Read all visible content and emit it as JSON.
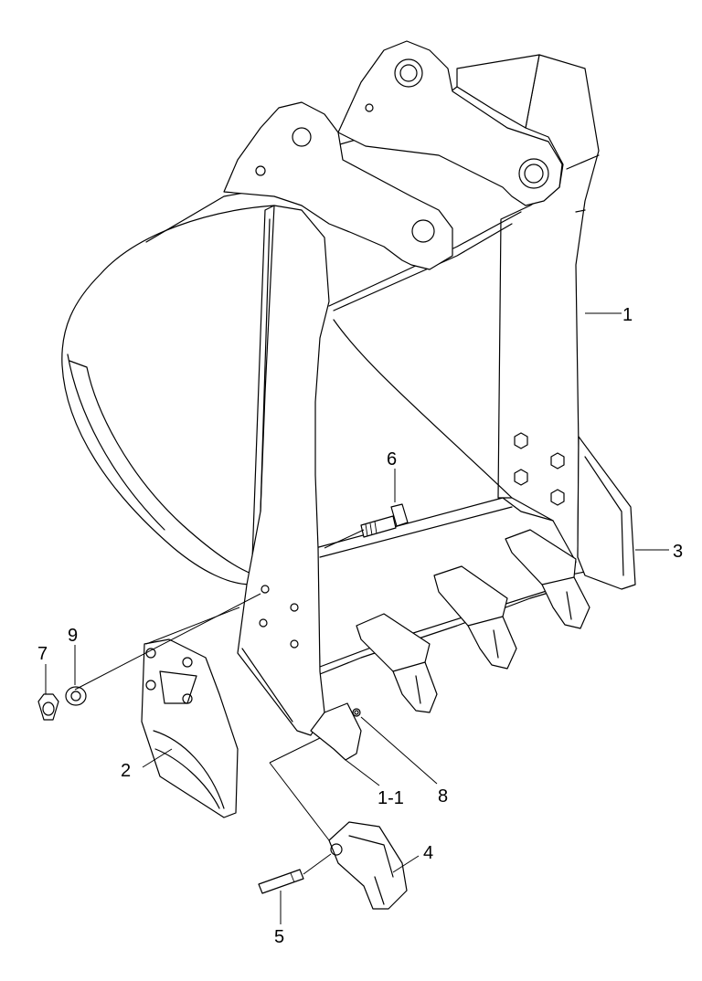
{
  "labels": {
    "part_1": "1",
    "part_1_1": "1-1",
    "part_2": "2",
    "part_3": "3",
    "part_4": "4",
    "part_5": "5",
    "part_6": "6",
    "part_7": "7",
    "part_8": "8",
    "part_9": "9"
  }
}
